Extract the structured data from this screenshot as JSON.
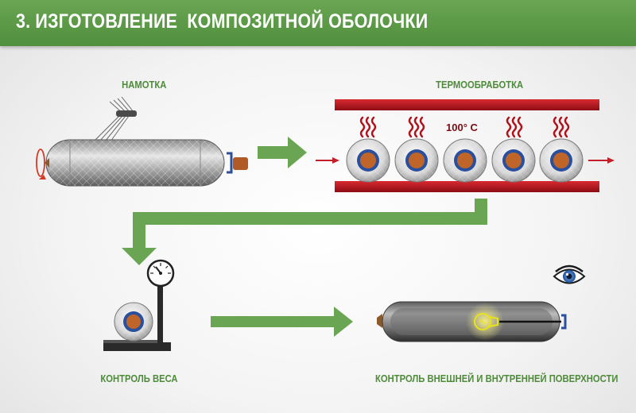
{
  "header": {
    "title": "3. ИЗГОТОВЛЕНИЕ  КОМПОЗИТНОЙ ОБОЛОЧКИ"
  },
  "steps": {
    "winding": {
      "label": "НАМОТКА"
    },
    "heat": {
      "label": "ТЕРМООБРАБОТКА",
      "temperature": "100° C"
    },
    "weight": {
      "label": "КОНТРОЛЬ ВЕСА"
    },
    "surface": {
      "label": "КОНТРОЛЬ ВНЕШНЕЙ И ВНУТРЕННЕЙ ПОВЕРХНОСТИ"
    }
  },
  "colors": {
    "header": "#5a9a45",
    "arrow": "#6aa553",
    "label": "#4e8b3a",
    "heater": "#b0121b",
    "core_blue": "#2a4f9c",
    "core_orange": "#c0652a",
    "bulb": "#e8e21a"
  },
  "icons": [
    "rotation-arrow-icon",
    "fiber-threads-icon",
    "heat-wave-icon",
    "scale-gauge-icon",
    "eye-icon",
    "light-bulb-icon"
  ]
}
